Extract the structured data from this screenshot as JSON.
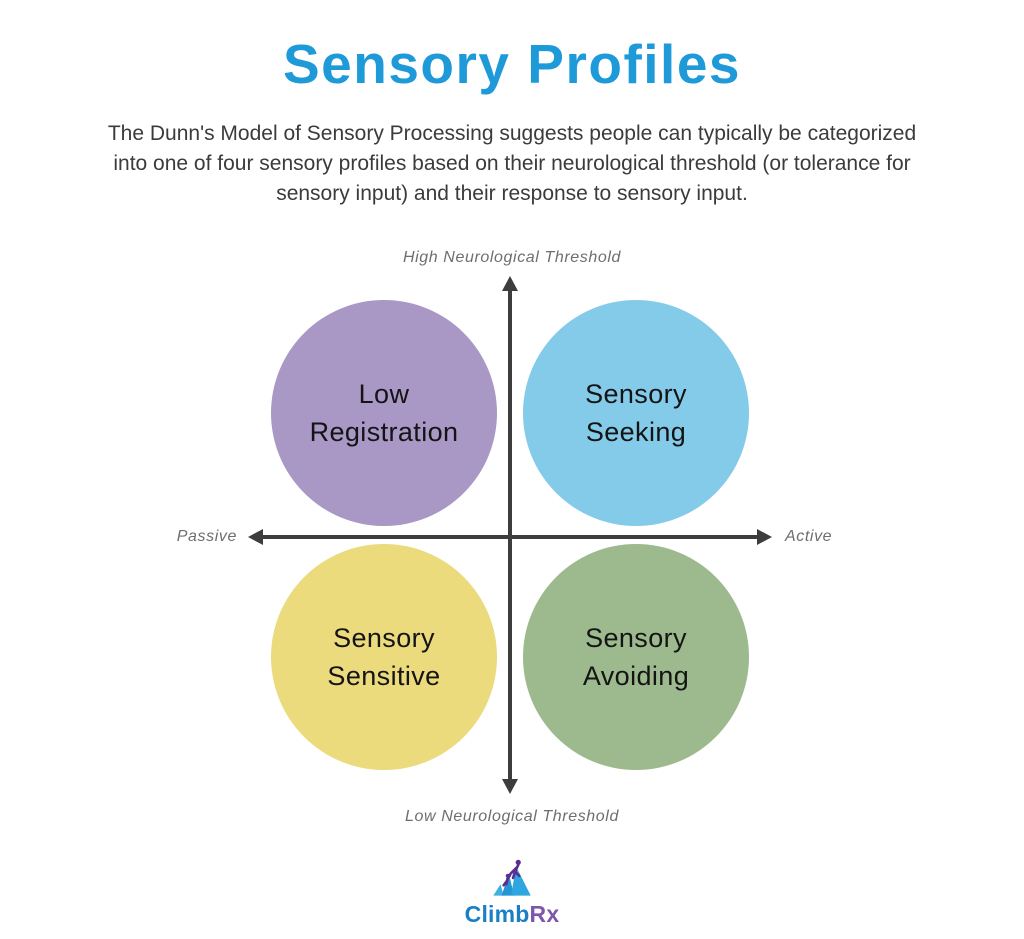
{
  "title": {
    "text": "Sensory Profiles",
    "color": "#1f9ad9"
  },
  "description": "The Dunn's Model of Sensory Processing suggests people can typically be categorized into one of four sensory profiles based on their neurological threshold (or tolerance for sensory input) and their response to sensory input.",
  "axes": {
    "top_label": "High Neurological Threshold",
    "bottom_label": "Low Neurological Threshold",
    "left_label": "Passive",
    "right_label": "Active",
    "arrow_color": "#3d3d3d",
    "label_color": "#6e6e6e"
  },
  "quadrants": [
    {
      "position": "top-left",
      "line1": "Low",
      "line2": "Registration",
      "color": "#a997c6"
    },
    {
      "position": "top-right",
      "line1": "Sensory",
      "line2": "Seeking",
      "color": "#84cbea"
    },
    {
      "position": "bottom-left",
      "line1": "Sensory",
      "line2": "Sensitive",
      "color": "#ebdb7c"
    },
    {
      "position": "bottom-right",
      "line1": "Sensory",
      "line2": "Avoiding",
      "color": "#9dba8e"
    }
  ],
  "logo": {
    "brand_primary": "Climb",
    "brand_suffix": "Rx",
    "primary_color": "#1a7fc4",
    "suffix_color": "#7e57ad",
    "icon": "mountain-climbers-icon",
    "mountain_color_1": "#3fb0e2",
    "mountain_color_2": "#2394d4",
    "mountain_color_3": "#2fa6df",
    "climber_color": "#5b2d90"
  }
}
